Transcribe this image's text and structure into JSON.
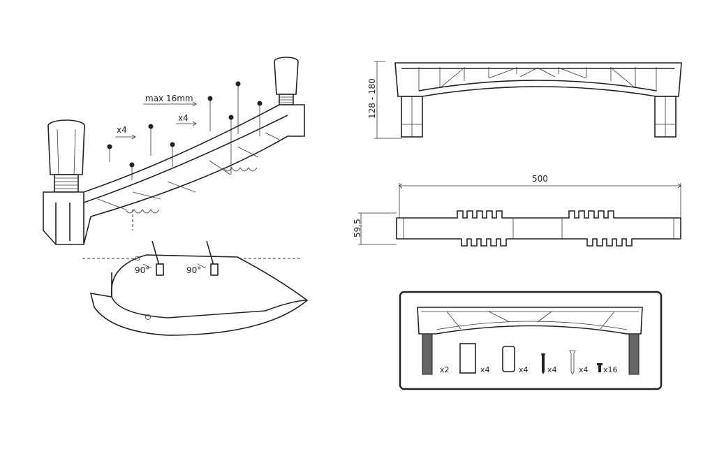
{
  "assembly": {
    "screw_length_label": "max 16mm",
    "screw_count_label_1": "x4",
    "screw_count_label_2": "x4",
    "angle_label_1": "90°",
    "angle_label_2": "90°"
  },
  "side_view": {
    "height_dimension": "128 - 180"
  },
  "plan_view": {
    "length_dimension": "500",
    "width_dimension": "59.5"
  },
  "kit": {
    "items": [
      {
        "name": "threaded-leg",
        "qty": "x2"
      },
      {
        "name": "leg-sleeve",
        "qty": "x4"
      },
      {
        "name": "mounting-bracket",
        "qty": "x4"
      },
      {
        "name": "wood-screw",
        "qty": "x4"
      },
      {
        "name": "wall-plug",
        "qty": "x4"
      },
      {
        "name": "short-screw",
        "qty": "x16"
      }
    ]
  }
}
